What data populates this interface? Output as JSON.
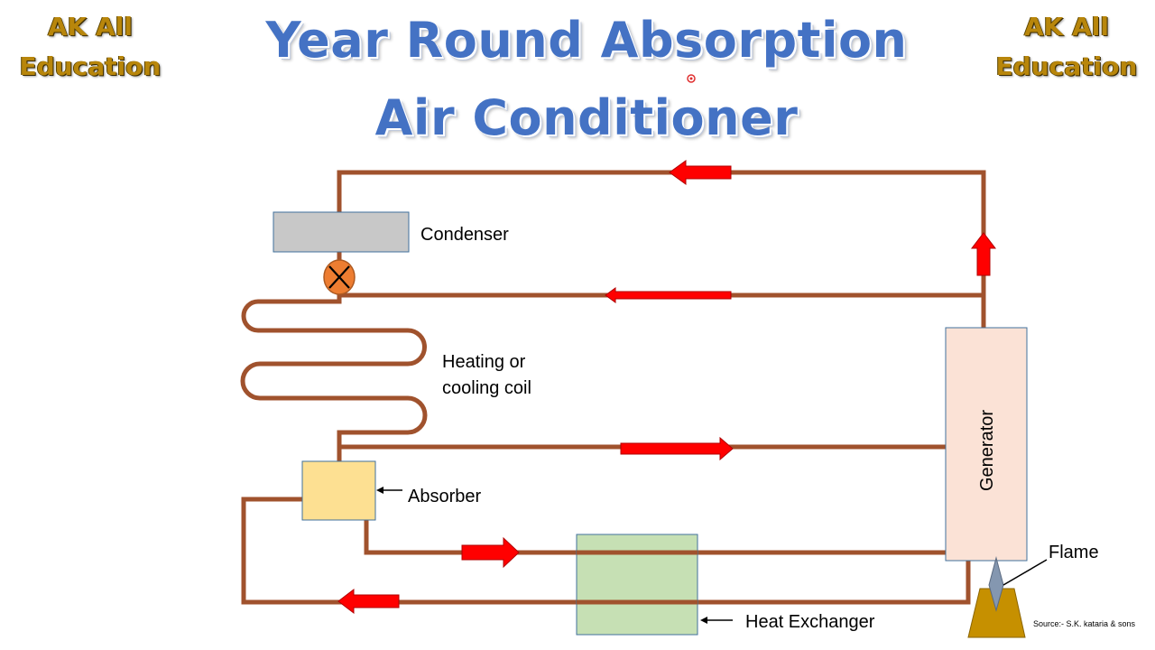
{
  "brand": {
    "left_line1": "AK All",
    "left_line2": "Education",
    "right_line1": "AK All",
    "right_line2": "Education"
  },
  "title": {
    "line1": "Year Round Absorption",
    "line2": "Air Conditioner"
  },
  "labels": {
    "condenser": "Condenser",
    "coil_line1": "Heating or",
    "coil_line2": "cooling coil",
    "absorber": "Absorber",
    "generator": "Generator",
    "flame": "Flame",
    "heat_exchanger": "Heat Exchanger",
    "source": "Source:- S.K. kataria & sons"
  },
  "colors": {
    "title": "#4472c4",
    "brand": "#b8860b",
    "pipe": "#a0522d",
    "arrow": "#ff0000",
    "condenser": "#c8c8c8",
    "absorber": "#fde092",
    "generator": "#fbe2d6",
    "heat_exchanger": "#c6e0b4",
    "burner": "#c69000",
    "flame": "#8497b0",
    "valve": "#ed7d31"
  },
  "icons": [
    "expansion-valve-icon",
    "flame-icon",
    "burner-icon",
    "flow-arrow-icon"
  ]
}
